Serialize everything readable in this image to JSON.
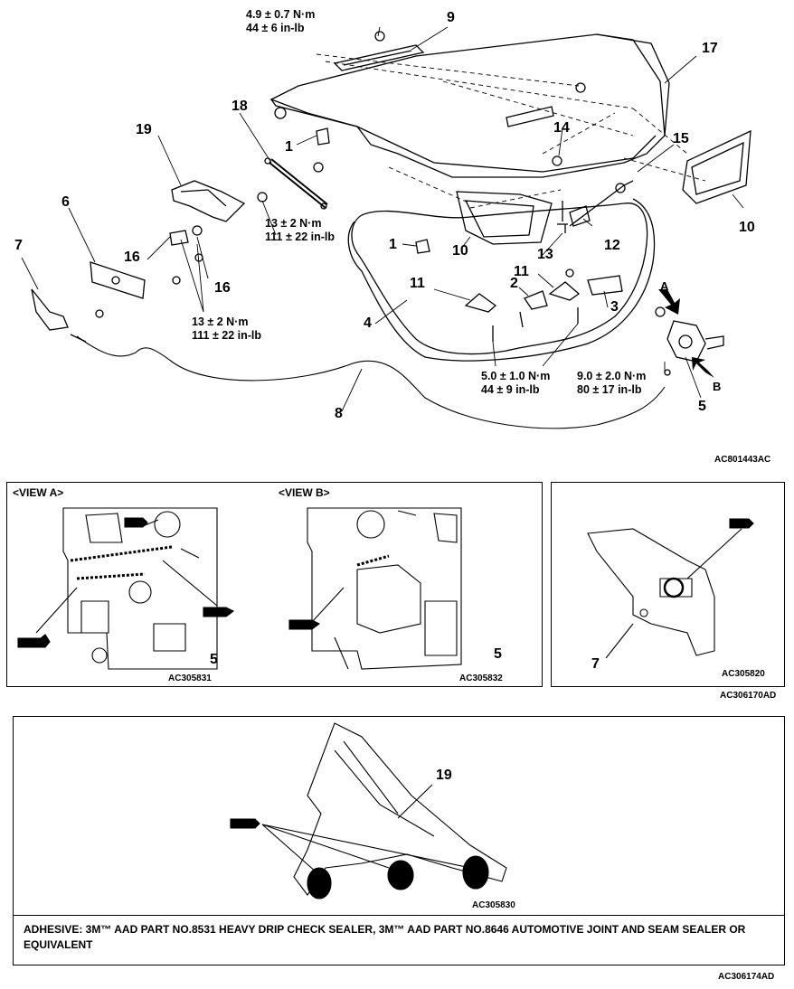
{
  "main_diagram": {
    "callouts": {
      "c1a": "1",
      "c1b": "1",
      "c2": "2",
      "c3": "3",
      "c4": "4",
      "c5": "5",
      "c6": "6",
      "c7": "7",
      "c8": "8",
      "c9": "9",
      "c10a": "10",
      "c10b": "10",
      "c11a": "11",
      "c11b": "11",
      "c12": "12",
      "c13": "13",
      "c14": "14",
      "c15": "15",
      "c16a": "16",
      "c16b": "16",
      "c17": "17",
      "c18": "18",
      "c19": "19",
      "view_a_arrow": "A",
      "view_b_arrow": "B"
    },
    "torques": {
      "t1": {
        "metric": "4.9 ± 0.7 N·m",
        "imperial": "44 ± 6 in-lb"
      },
      "t2": {
        "metric": "13 ± 2 N·m",
        "imperial": "111 ± 22 in-lb"
      },
      "t3": {
        "metric": "13 ± 2 N·m",
        "imperial": "111 ± 22 in-lb"
      },
      "t4": {
        "metric": "5.0 ± 1.0 N·m",
        "imperial": "44 ± 9 in-lb"
      },
      "t5": {
        "metric": "9.0 ± 2.0 N·m",
        "imperial": "80 ± 17 in-lb"
      }
    },
    "figure_code": "AC801443AC"
  },
  "detail_panel": {
    "view_a": {
      "title": "<VIEW A>",
      "callout": "5",
      "code": "AC305831"
    },
    "view_b": {
      "title": "<VIEW B>",
      "callout": "5",
      "code": "AC305832"
    },
    "hinge_detail": {
      "callout": "7",
      "code": "AC305820"
    },
    "panel_code": "AC306170AD"
  },
  "hinge_panel": {
    "callout": "19",
    "code": "AC305830",
    "adhesive_note": "ADHESIVE: 3M™ AAD PART NO.8531 HEAVY DRIP CHECK SEALER, 3M™ AAD PART NO.8646 AUTOMOTIVE JOINT AND SEAM SEALER OR EQUIVALENT",
    "panel_code": "AC306174AD"
  }
}
